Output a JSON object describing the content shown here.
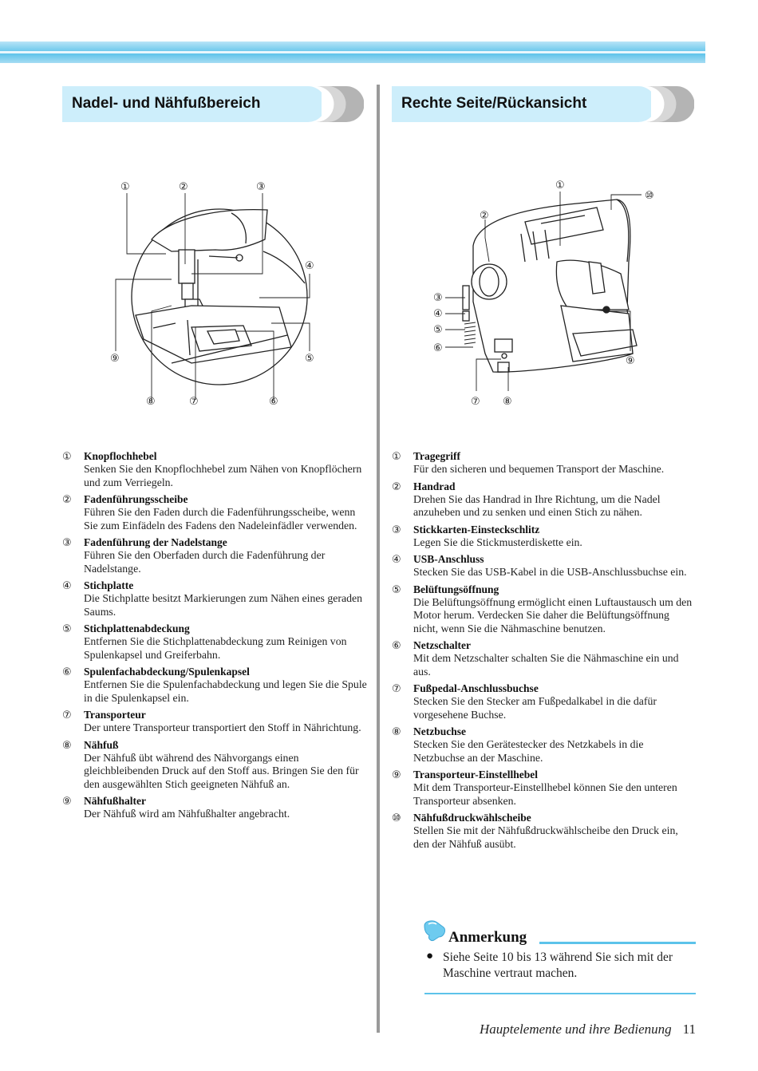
{
  "page": {
    "chapter": "Hauptelemente und ihre Bedienung",
    "page_number": "11"
  },
  "left_section": {
    "title": "Nadel- und Nähfußbereich",
    "figure_callouts": [
      "①",
      "②",
      "③",
      "④",
      "⑤",
      "⑥",
      "⑦",
      "⑧",
      "⑨"
    ],
    "items": [
      {
        "num": "①",
        "title": "Knopflochhebel",
        "text": "Senken Sie den Knopflochhebel zum Nähen von Knopflöchern und zum Verriegeln."
      },
      {
        "num": "②",
        "title": "Fadenführungsscheibe",
        "text": "Führen Sie den Faden durch die Fadenführungsscheibe, wenn Sie zum Einfädeln des Fadens den Nadeleinfädler verwenden."
      },
      {
        "num": "③",
        "title": "Fadenführung der Nadelstange",
        "text": "Führen Sie den Oberfaden durch die Fadenführung der Nadelstange."
      },
      {
        "num": "④",
        "title": "Stichplatte",
        "text": "Die Stichplatte besitzt Markierungen zum Nähen eines geraden Saums."
      },
      {
        "num": "⑤",
        "title": "Stichplattenabdeckung",
        "text": "Entfernen Sie die Stichplattenabdeckung zum Reinigen von Spulenkapsel und Greiferbahn."
      },
      {
        "num": "⑥",
        "title": "Spulenfachabdeckung/Spulenkapsel",
        "text": "Entfernen Sie die Spulenfachabdeckung und legen Sie die Spule in die Spulenkapsel ein."
      },
      {
        "num": "⑦",
        "title": "Transporteur",
        "text": "Der untere Transporteur transportiert den Stoff in Nährichtung."
      },
      {
        "num": "⑧",
        "title": "Nähfuß",
        "text": "Der Nähfuß übt während des Nähvorgangs einen gleichbleibenden Druck auf den Stoff aus. Bringen Sie den für den ausgewählten Stich geeigneten Nähfuß an."
      },
      {
        "num": "⑨",
        "title": "Nähfußhalter",
        "text": "Der Nähfuß wird am Nähfußhalter angebracht."
      }
    ]
  },
  "right_section": {
    "title": "Rechte Seite/Rückansicht",
    "figure_callouts": [
      "①",
      "②",
      "③",
      "④",
      "⑤",
      "⑥",
      "⑦",
      "⑧",
      "⑨",
      "⑩"
    ],
    "items": [
      {
        "num": "①",
        "title": "Tragegriff",
        "text": "Für den sicheren und bequemen Transport der Maschine."
      },
      {
        "num": "②",
        "title": "Handrad",
        "text": "Drehen Sie das Handrad in Ihre Richtung, um die Nadel anzuheben und zu senken und einen Stich zu nähen."
      },
      {
        "num": "③",
        "title": "Stickkarten-Einsteckschlitz",
        "text": "Legen Sie die Stickmusterdiskette ein."
      },
      {
        "num": "④",
        "title": "USB-Anschluss",
        "text": "Stecken Sie das USB-Kabel in die USB-Anschlussbuchse ein."
      },
      {
        "num": "⑤",
        "title": "Belüftungsöffnung",
        "text": "Die Belüftungsöffnung ermöglicht einen Luftaustausch um den Motor herum. Verdecken Sie daher die Belüftungsöffnung nicht, wenn Sie die Nähmaschine benutzen."
      },
      {
        "num": "⑥",
        "title": "Netzschalter",
        "text": "Mit dem Netzschalter schalten Sie die Nähmaschine ein und aus."
      },
      {
        "num": "⑦",
        "title": "Fußpedal-Anschlussbuchse",
        "text": "Stecken Sie den Stecker am Fußpedalkabel in die dafür vorgesehene Buchse."
      },
      {
        "num": "⑧",
        "title": "Netzbuchse",
        "text": "Stecken Sie den Gerätestecker des Netzkabels in die Netzbuchse an der Maschine."
      },
      {
        "num": "⑨",
        "title": "Transporteur-Einstellhebel",
        "text": "Mit dem Transporteur-Einstellhebel können Sie den unteren Transporteur absenken."
      },
      {
        "num": "⑩",
        "title": "Nähfußdruckwählscheibe",
        "text": "Stellen Sie mit der Nähfußdruckwählscheibe den Druck ein, den der Nähfuß ausübt."
      }
    ]
  },
  "note": {
    "title": "Anmerkung",
    "bullet": "●",
    "text": "Siehe Seite 10 bis 13 während Sie sich mit der Maschine vertraut machen."
  },
  "colors": {
    "accent": "#5cc3ea",
    "header_fill": "#cdeefb",
    "chevron": "#b4b4b4"
  }
}
